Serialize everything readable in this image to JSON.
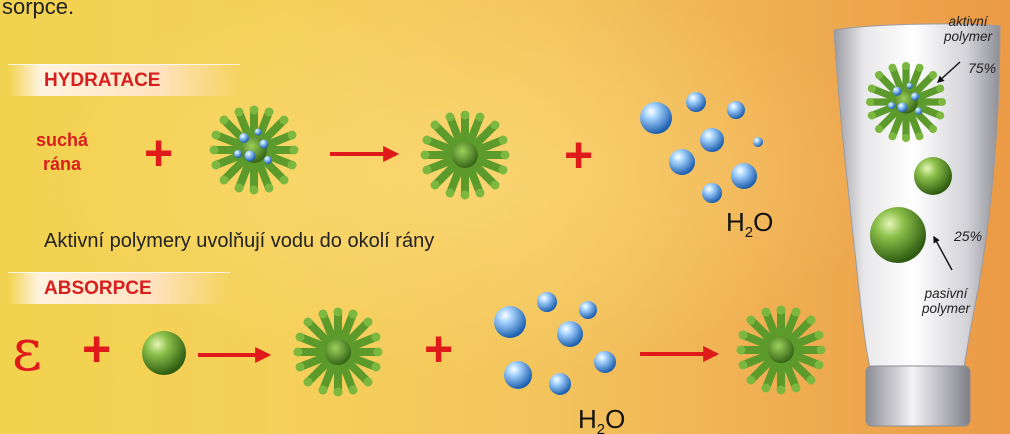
{
  "intro_text": "sorpce.",
  "hydration": {
    "title": "HYDRATACE",
    "dry_wound_line1": "suchá",
    "dry_wound_line2": "rána",
    "description": "Aktivní polymery uvolňují vodu do okolí rány",
    "water_main": "H",
    "water_sub": "2",
    "water_end": "O"
  },
  "absorption": {
    "title": "ABSORPCE",
    "symbol": "ε",
    "water_main": "H",
    "water_sub": "2",
    "water_end": "O"
  },
  "tube": {
    "active_line1": "aktivní",
    "active_line2": "polymer",
    "active_percent": "75%",
    "passive_line1": "pasivní",
    "passive_line2": "polymer",
    "passive_percent": "25%"
  },
  "colors": {
    "accent_red": "#e01a1a",
    "polymer_green": "#5d9a2c",
    "water_blue": "#3d86d6"
  },
  "icons": [
    "active-polymer-icon",
    "passive-polymer-icon",
    "water-droplet-icon",
    "arrow-right-icon",
    "gel-tube-icon"
  ]
}
